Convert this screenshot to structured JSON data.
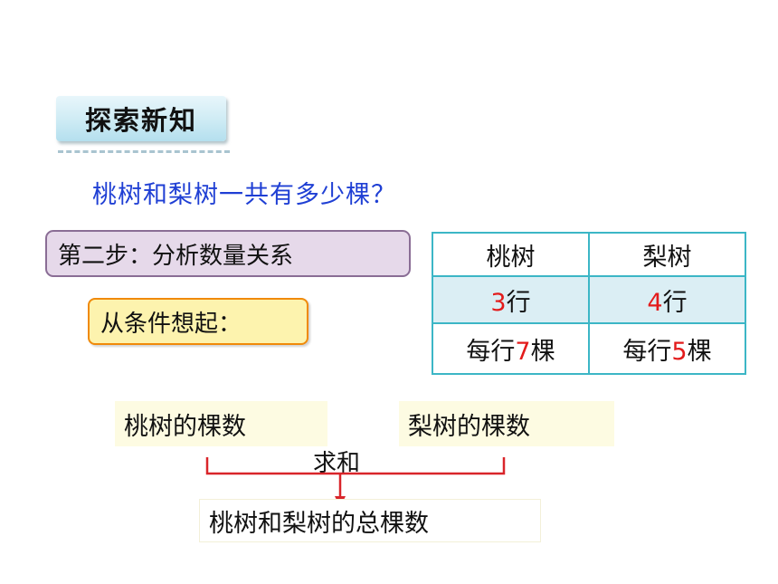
{
  "section_tag": "探索新知",
  "question": "桃树和梨树一共有多少棵？",
  "step_box": "第二步：分析数量关系",
  "condition_box": "从条件想起：",
  "table": {
    "headers": [
      "桃树",
      "梨树"
    ],
    "rows_count": [
      {
        "num": "3",
        "unit": "行"
      },
      {
        "num": "4",
        "unit": "行"
      }
    ],
    "per_row": [
      {
        "prefix": "每行",
        "num": "7",
        "unit": "棵"
      },
      {
        "prefix": "每行",
        "num": "5",
        "unit": "棵"
      }
    ]
  },
  "diagram": {
    "left_label": "桃树的棵数",
    "right_label": "梨树的棵数",
    "operation": "求和",
    "result_label": "桃树和梨树的总棵数"
  },
  "colors": {
    "question_text": "#1f3fd4",
    "number_highlight": "#e31b1b",
    "bracket": "#d9252a",
    "table_border": "#3cb6c6",
    "step_box_bg": "#e6d9ea",
    "condition_box_border": "#f08a0a"
  }
}
